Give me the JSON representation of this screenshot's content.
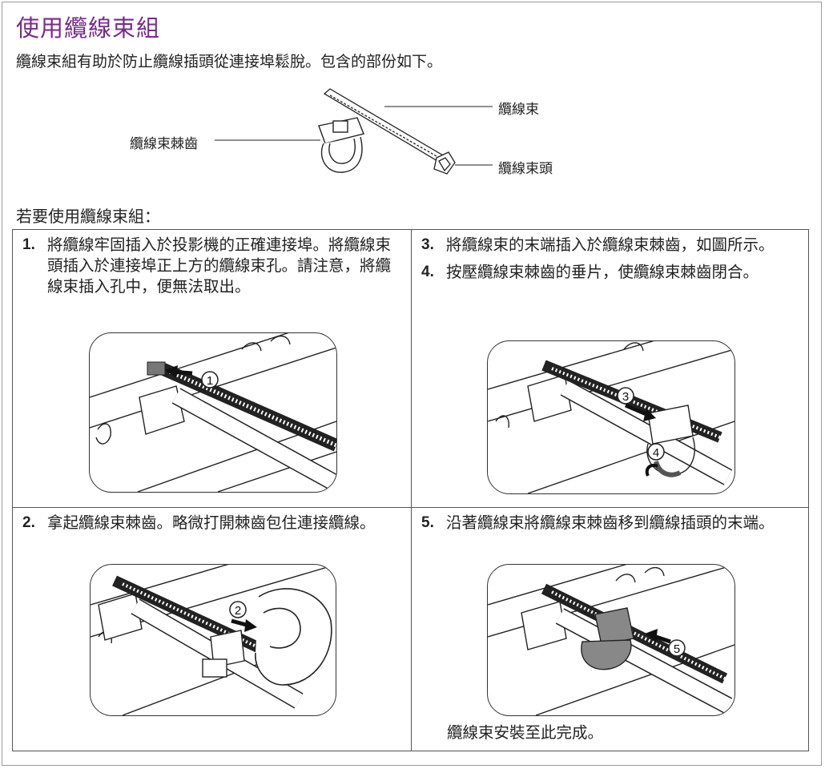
{
  "title": "使用纜線束組",
  "intro": "纜線束組有助於防止纜線插頭從連接埠鬆脫。包含的部份如下。",
  "overview": {
    "label_tie": "纜線束",
    "label_clip": "纜線束棘齒",
    "label_head": "纜線束頭"
  },
  "usage_heading": "若要使用纜線束組：",
  "steps": {
    "s1": {
      "num": "1.",
      "text": "將纜線牢固插入於投影機的正確連接埠。將纜線束頭插入於連接埠正上方的纜線束孔。請注意，將纜線束插入孔中，便無法取出。"
    },
    "s2": {
      "num": "2.",
      "text": "拿起纜線束棘齒。略微打開棘齒包住連接纜線。"
    },
    "s3": {
      "num": "3.",
      "text": "將纜線束的末端插入於纜線束棘齒，如圖所示。"
    },
    "s4": {
      "num": "4.",
      "text": "按壓纜線束棘齒的垂片，使纜線束棘齒閉合。"
    },
    "s5": {
      "num": "5.",
      "text": "沿著纜線束將纜線束棘齒移到纜線插頭的末端。"
    }
  },
  "markers": {
    "m1": "1",
    "m2": "2",
    "m3": "3",
    "m4": "4",
    "m5": "5"
  },
  "complete": "纜線束安裝至此完成。"
}
